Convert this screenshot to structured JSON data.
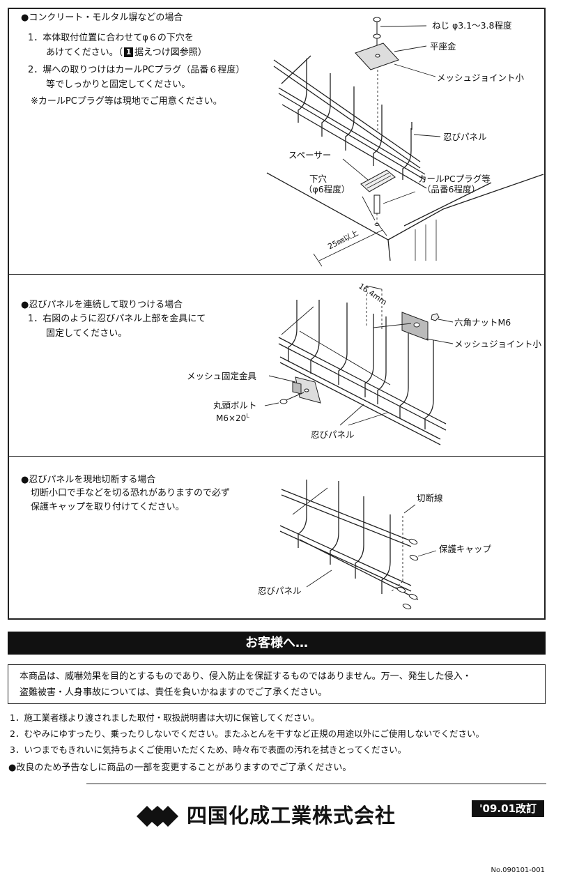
{
  "sections": [
    {
      "heading": "●コンクリート・モルタル塀などの場合",
      "steps": [
        "1．本体取付位置に合わせてφ６の下穴を",
        "2．塀への取りつけはカールPCプラグ（品番６程度）",
        "等でしっかりと固定してください。",
        "※カールPCプラグ等は現地でご用意ください。"
      ],
      "step1_line2_prefix": "あけてください。（",
      "step1_ref_number": "1",
      "step1_line2_suffix": "据えつけ図参照）",
      "labels": {
        "screw": "ねじ φ3.1〜3.8程度",
        "washer": "平座金",
        "joint_small": "メッシュジョイント小",
        "panel": "忍びパネル",
        "spacer": "スペーサー",
        "hole_line1": "下穴",
        "hole_line2": "（φ6程度）",
        "plug_line1": "カールPCプラグ等",
        "plug_line2": "（品番6程度）",
        "distance": "25㎜以上"
      }
    },
    {
      "heading": "●忍びパネルを連続して取りつける場合",
      "steps": [
        "1．右図のように忍びパネル上部を金具にて",
        "固定してください。"
      ],
      "labels": {
        "dimension": "16.4mm",
        "hex_nut": "六角ナットM6",
        "joint_small": "メッシュジョイント小",
        "fixing_bracket": "メッシュ固定金具",
        "bolt_line1": "丸頭ボルト",
        "bolt_line2": "M6×20",
        "bolt_unit": "L",
        "panel": "忍びパネル"
      }
    },
    {
      "heading": "●忍びパネルを現地切断する場合",
      "steps": [
        "切断小口で手などを切る恐れがありますので必ず",
        "保護キャップを取り付けてください。"
      ],
      "labels": {
        "cut_line": "切断線",
        "cap": "保護キャップ",
        "panel": "忍びパネル"
      }
    }
  ],
  "banner": "お客様へ…",
  "notice_lines": [
    "本商品は、威嚇効果を目的とするものであり、侵入防止を保証するものではありません。万一、発生した侵入・",
    "盗難被害・人身事故については、責任を負いかねますのでご了承ください。"
  ],
  "notes": [
    "1．施工業者様より渡されました取付・取扱説明書は大切に保管してください。",
    "2．むやみにゆすったり、乗ったりしないでください。またふとんを干すなど正規の用途以外にご使用しないでください。",
    "3．いつまでもきれいに気持ちよくご使用いただくため、時々布で表面の汚れを拭きとってください。"
  ],
  "change_notice": "●改良のため予告なしに商品の一部を変更することがありますのでご了承ください。",
  "company_name": "四国化成工業株式会社",
  "revision": "'09.01改訂",
  "doc_number": "No.090101-001",
  "colors": {
    "ink": "#111111",
    "banner_bg": "#111111",
    "banner_text": "#ffffff"
  }
}
